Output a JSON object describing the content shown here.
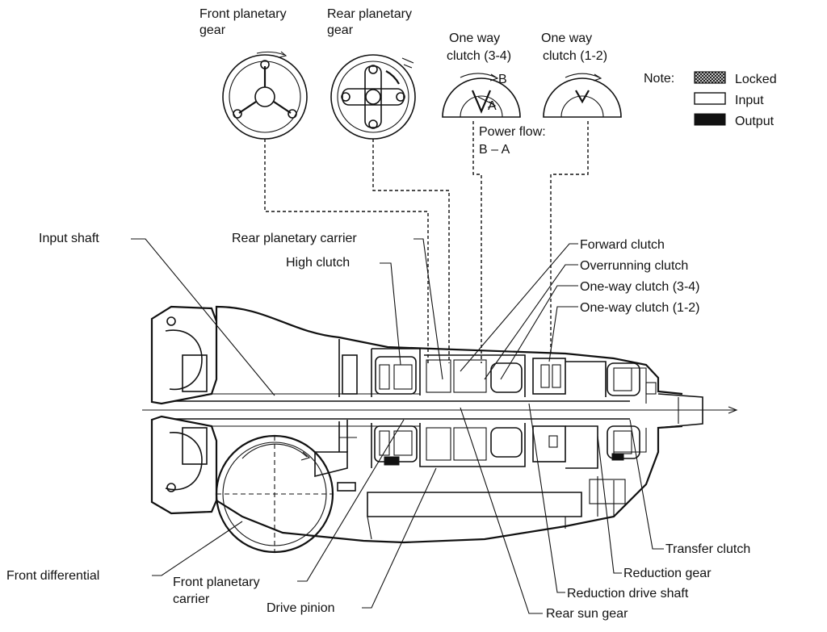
{
  "top_labels": {
    "front_planetary_gear": [
      "Front planetary",
      "gear"
    ],
    "rear_planetary_gear": [
      "Rear planetary",
      "gear"
    ],
    "one_way_clutch_34": [
      "One way",
      "clutch (3-4)"
    ],
    "one_way_clutch_12": [
      "One way",
      "clutch (1-2)"
    ],
    "power_flow": [
      "Power flow:",
      "B – A"
    ],
    "point_a": "A",
    "point_b": "B"
  },
  "legend": {
    "note": "Note:",
    "items": [
      {
        "label": "Locked",
        "swatch": "hatched"
      },
      {
        "label": "Input",
        "swatch": "white"
      },
      {
        "label": "Output",
        "swatch": "black"
      }
    ]
  },
  "left_labels": {
    "input_shaft": "Input shaft",
    "rear_planetary_carrier": "Rear planetary carrier",
    "high_clutch": "High clutch",
    "front_differential": "Front differential",
    "front_planetary_carrier": [
      "Front planetary",
      "carrier"
    ],
    "drive_pinion": "Drive pinion"
  },
  "right_labels": {
    "forward_clutch": "Forward clutch",
    "overrunning_clutch": "Overrunning clutch",
    "one_way_clutch_34": "One-way clutch (3-4)",
    "one_way_clutch_12": "One-way clutch (1-2)",
    "transfer_clutch": "Transfer clutch",
    "reduction_gear": "Reduction gear",
    "reduction_drive_shaft": "Reduction drive shaft",
    "rear_sun_gear": "Rear sun gear"
  }
}
